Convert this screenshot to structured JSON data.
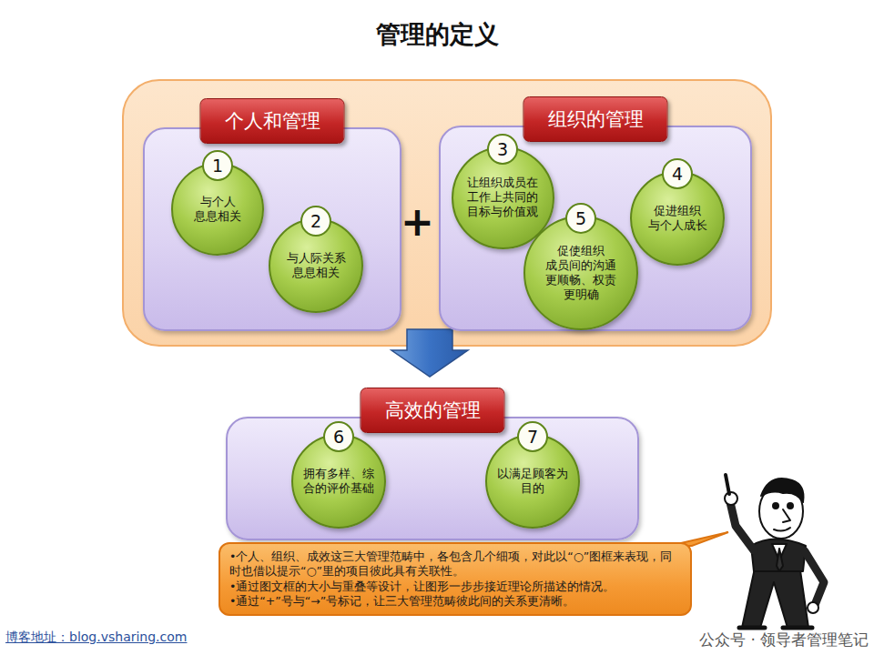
{
  "diagram": {
    "title": "管理的定义",
    "nodes": [
      {
        "text": [
          "个人和管理"
        ]
      },
      {
        "text": [
          "1",
          "与个人 息息相关"
        ],
        "in": 0
      },
      {
        "text": [
          "2",
          "与人际关系 息息相关"
        ],
        "in": 0
      },
      {
        "text": [
          "组织的管理"
        ]
      },
      {
        "text": [
          "3",
          "让组织成员在 工作上共同的 目标与价值观"
        ],
        "in": 3
      },
      {
        "text": [
          "4",
          "促进组织 与个人成长"
        ],
        "in": 3
      },
      {
        "text": [
          "5",
          "促使组织 成员间的沟通 更顺畅、权责 更明确"
        ],
        "in": 3
      },
      {
        "text": [
          "高效的管理"
        ]
      },
      {
        "text": [
          "6",
          "拥有多样、综 合的评价基础"
        ],
        "in": 7
      },
      {
        "text": [
          "7",
          "以满足顾客为 目的"
        ],
        "in": 7
      },
      {
        "text": [
          "•个人、组织、成效这三大管理范畴中，各包含几个细项，对此以“○”图框来表现，同时也借以提示“○”里的项目彼此具有关联性。",
          "•通过图文框的大小与重叠等设计，让图形一步步接近理论所描述的情况。",
          "•通过“+”号与“→”号标记，让三大管理范畴彼此间的关系更清晰。"
        ]
      }
    ],
    "labels": [
      "+",
      "公众号 · 领导者管理笔记",
      "博客地址：blog.vsharing.com"
    ]
  }
}
